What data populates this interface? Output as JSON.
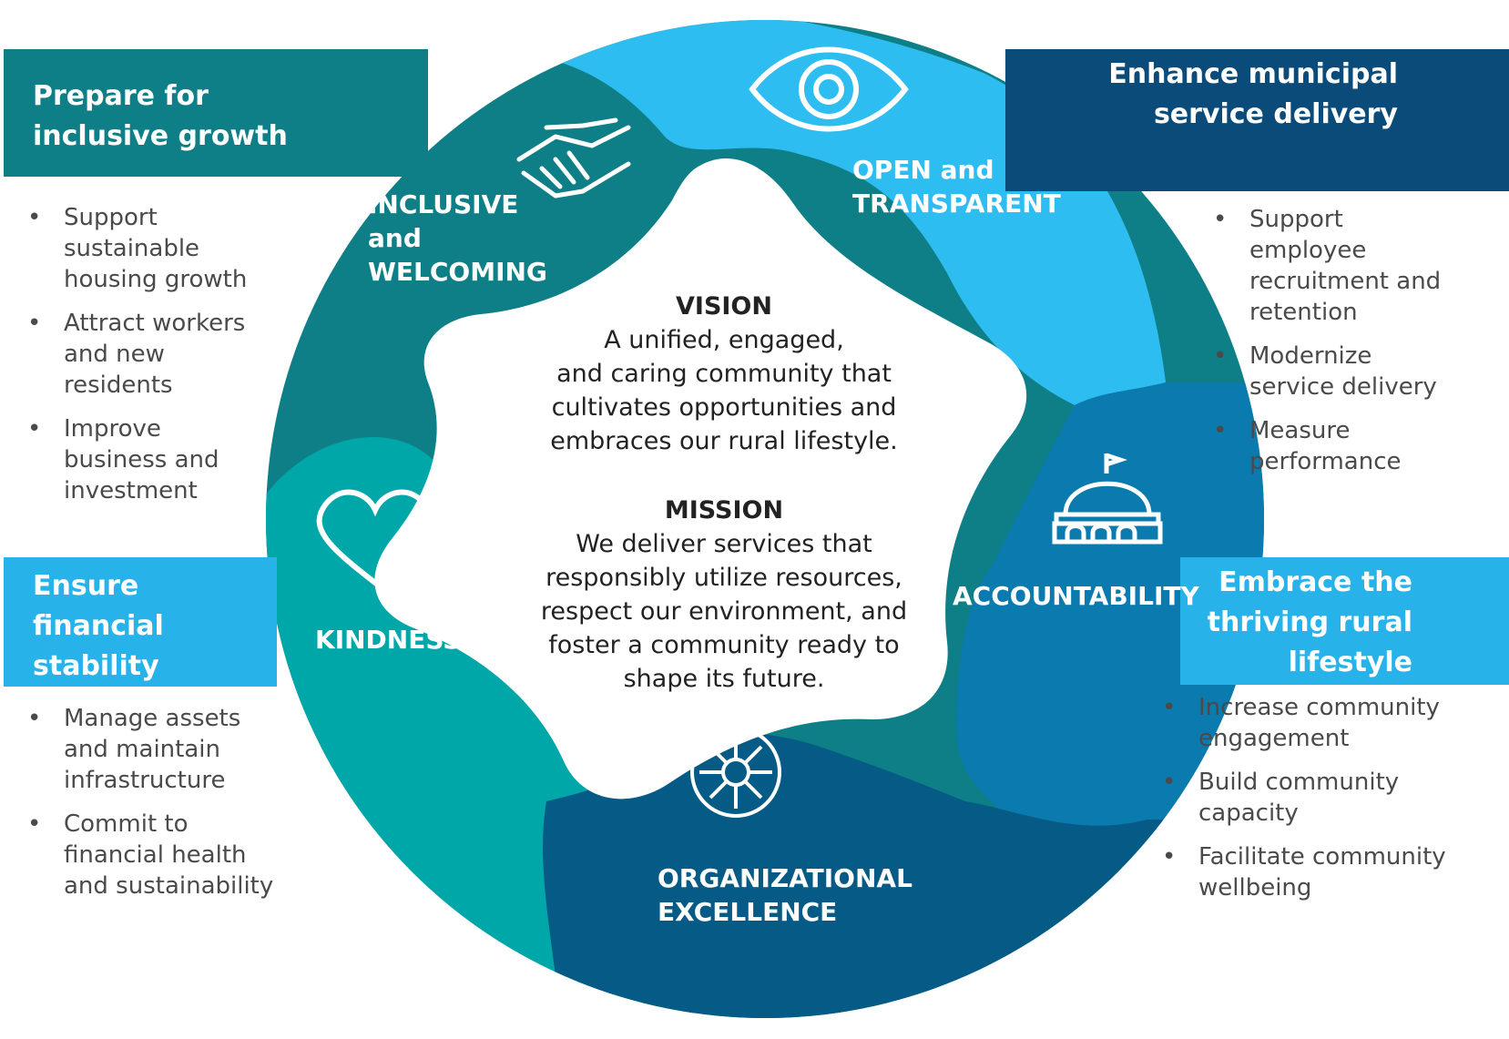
{
  "colors": {
    "teal_dark": "#0e7f86",
    "teal": "#00a7a8",
    "sky": "#2ebdf0",
    "blue": "#0b7aaf",
    "navy": "#055a86",
    "box_navy": "#0a4b7a",
    "box_sky": "#27b3ea",
    "box_teal": "#0e7f86"
  },
  "goals": {
    "top_left": {
      "title": [
        "Prepare for",
        "inclusive growth"
      ],
      "items": [
        [
          "Support",
          "sustainable",
          "housing growth"
        ],
        [
          "Attract workers",
          "and new",
          "residents"
        ],
        [
          "Improve",
          "business and",
          "investment"
        ]
      ]
    },
    "top_right": {
      "title": [
        "Enhance municipal",
        "service delivery"
      ],
      "items": [
        [
          "Support",
          "employee",
          "recruitment and",
          "retention"
        ],
        [
          "Modernize",
          "service delivery"
        ],
        [
          "Measure",
          "performance"
        ]
      ]
    },
    "bottom_left": {
      "title": [
        "Ensure",
        "financial",
        "stability"
      ],
      "items": [
        [
          "Manage assets",
          "and maintain",
          "infrastructure"
        ],
        [
          "Commit to",
          "financial health",
          "and sustainability"
        ]
      ]
    },
    "bottom_right": {
      "title": [
        "Embrace the",
        "thriving  rural",
        "lifestyle"
      ],
      "items": [
        [
          "Increase community",
          "engagement"
        ],
        [
          "Build community",
          "capacity"
        ],
        [
          "Facilitate community",
          "wellbeing"
        ]
      ]
    }
  },
  "values": {
    "inclusive": {
      "lines": [
        "INCLUSIVE",
        "and",
        "WELCOMING"
      ],
      "icon": "handshake-icon"
    },
    "open": {
      "lines": [
        "OPEN and",
        "TRANSPARENT"
      ],
      "icon": "eye-icon"
    },
    "accountability": {
      "lines": [
        "ACCOUNTABILITY"
      ],
      "icon": "government-building-icon"
    },
    "organizational": {
      "lines": [
        "ORGANIZATIONAL",
        "EXCELLENCE"
      ],
      "icon": "network-gear-icon"
    },
    "kindness": {
      "lines": [
        "KINDNESS"
      ],
      "icon": "heart-icon"
    }
  },
  "vision": {
    "heading": "VISION",
    "lines": [
      "A unified, engaged,",
      "and caring community that",
      "cultivates opportunities and",
      "embraces our rural lifestyle."
    ]
  },
  "mission": {
    "heading": "MISSION",
    "lines": [
      "We deliver services that",
      "responsibly utilize resources,",
      "respect our environment, and",
      "foster a community ready to",
      "shape its future."
    ]
  }
}
